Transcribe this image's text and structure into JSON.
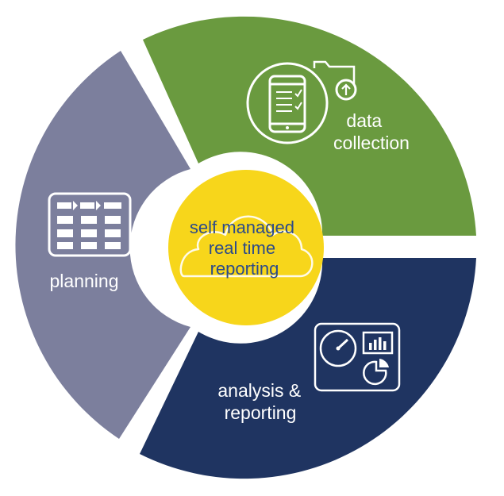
{
  "colors": {
    "planning": "#7c7f9d",
    "data_collection": "#6a9a3f",
    "analysis_reporting": "#1f3461",
    "center": "#f7d61b",
    "center_text": "#2b4a8a",
    "icon_stroke": "#ffffff"
  },
  "segments": [
    {
      "id": "planning",
      "lines": [
        "planning"
      ],
      "icon": "planning-grid-icon"
    },
    {
      "id": "data_collection",
      "lines": [
        "data",
        "collection"
      ],
      "icon": "mobile-upload-icon"
    },
    {
      "id": "analysis_reporting",
      "lines": [
        "analysis &",
        "reporting"
      ],
      "icon": "dashboard-icon"
    }
  ],
  "center": {
    "lines": [
      "self managed",
      "real time",
      "reporting"
    ],
    "icon": "cloud-icon"
  }
}
